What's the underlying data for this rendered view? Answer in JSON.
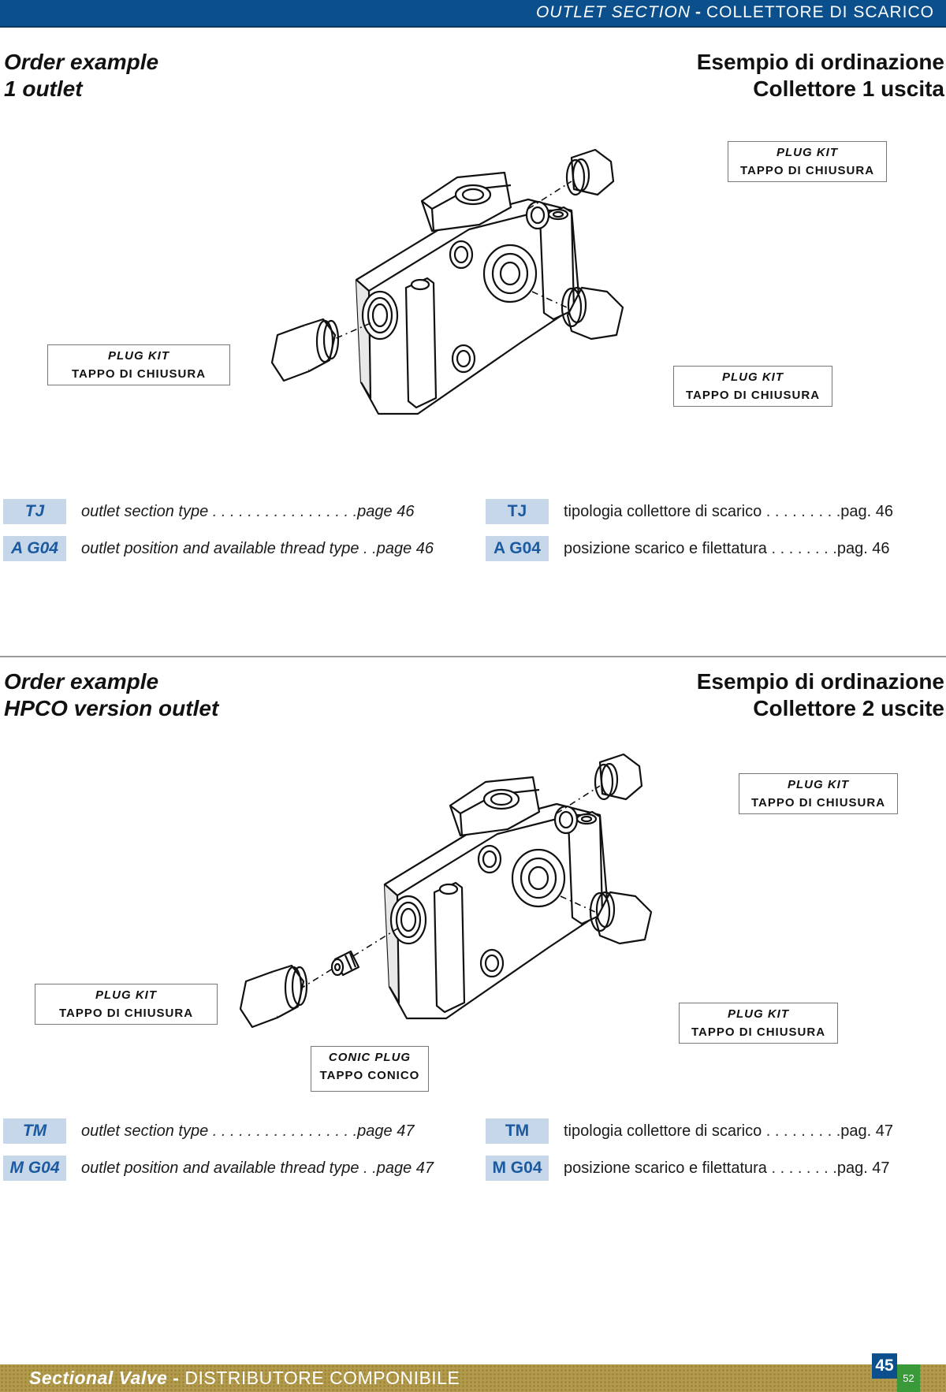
{
  "header": {
    "title_en": "OUTLET SECTION",
    "separator": "-",
    "title_it": "COLLETTORE DI SCARICO",
    "color": "#0b4f8c"
  },
  "sections": [
    {
      "title_en": [
        "Order example",
        "1 outlet"
      ],
      "title_it": [
        "Esempio di ordinazione",
        "Collettore 1 uscita"
      ],
      "callouts": [
        {
          "line1": "PLUG KIT",
          "line2": "TAPPO DI CHIUSURA"
        },
        {
          "line1": "PLUG KIT",
          "line2": "TAPPO DI CHIUSURA"
        },
        {
          "line1": "PLUG KIT",
          "line2": "TAPPO DI CHIUSURA"
        }
      ],
      "codes_en": [
        {
          "code": "TJ",
          "desc": "outlet section type",
          "dots": " . . . . . . . . . . . . . . . . .",
          "ref": "page 46"
        },
        {
          "code": "A G04",
          "desc": "outlet position and available thread type",
          "dots": " . .",
          "ref": "page 46"
        }
      ],
      "codes_it": [
        {
          "code": "TJ",
          "desc": "tipologia collettore di scarico",
          "dots": "  . . . . . . . . .",
          "ref": "pag. 46"
        },
        {
          "code": "A G04",
          "desc": "posizione scarico e filettatura",
          "dots": "   . . . . . . . .",
          "ref": "pag. 46"
        }
      ]
    },
    {
      "title_en": [
        "Order example",
        "HPCO version outlet"
      ],
      "title_it": [
        "Esempio di ordinazione",
        "Collettore 2 uscite"
      ],
      "callouts": [
        {
          "line1": "PLUG KIT",
          "line2": "TAPPO DI CHIUSURA"
        },
        {
          "line1": "PLUG KIT",
          "line2": "TAPPO DI CHIUSURA"
        },
        {
          "line1": "PLUG KIT",
          "line2": "TAPPO DI CHIUSURA"
        },
        {
          "line1": "CONIC PLUG",
          "line2": "TAPPO CONICO"
        }
      ],
      "codes_en": [
        {
          "code": "TM",
          "desc": "outlet section type",
          "dots": " . . . . . . . . . . . . . . . . .",
          "ref": "page 47"
        },
        {
          "code": "M G04",
          "desc": "outlet position and available thread type",
          "dots": " . .",
          "ref": "page 47"
        }
      ],
      "codes_it": [
        {
          "code": "TM",
          "desc": "tipologia collettore di scarico",
          "dots": "  . . . . . . . . .",
          "ref": "pag. 47"
        },
        {
          "code": "M G04",
          "desc": "posizione scarico e filettatura",
          "dots": "   . . . . . . . .",
          "ref": "pag. 47"
        }
      ]
    }
  ],
  "footer": {
    "text_en": "Sectional Valve",
    "separator": " - ",
    "text_it": "DISTRIBUTORE COMPONIBILE",
    "page_number": "45",
    "page_sub": "52"
  },
  "icons": {
    "valve_body": "outlet-manifold-icon",
    "plug": "hex-plug-icon",
    "conic_plug": "conic-plug-icon"
  }
}
